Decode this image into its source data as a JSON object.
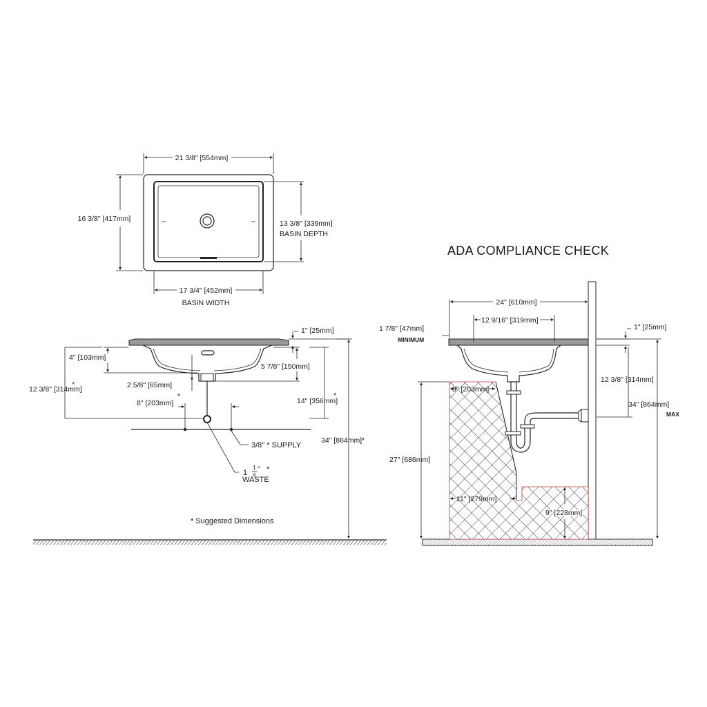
{
  "top_view": {
    "overall_width": "21 3/8\" [554mm]",
    "overall_depth": "16 3/8\" [417mm]",
    "basin_depth_value": "13 3/8\" [339mm]",
    "basin_depth_label": "BASIN DEPTH",
    "basin_width_value": "17 3/4\" [452mm]",
    "basin_width_label": "BASIN WIDTH"
  },
  "side_view": {
    "deck_thickness": "1\" [25mm]",
    "bowl_depth": "4\" [103mm]",
    "inner_depth": "5 7/8\" [150mm]",
    "drain_height": "2 5/8\" [65mm]",
    "rim_to_drain": "12 3/8\" [314mm]",
    "rim_to_drain_star": "*",
    "rim_to_supply": "14\" [356mm]",
    "rim_to_supply_star": "*",
    "supply_spacing": "8\" [203mm]",
    "supply_spacing_star": "*",
    "supply_label": "3/8\" * SUPPLY",
    "waste_whole": "1",
    "waste_num": "1",
    "waste_den": "4",
    "waste_inch": "\"",
    "waste_star": "*",
    "waste_label": "WASTE",
    "counter_height": "34\" [864mm]*",
    "suggested_note": "* Suggested Dimensions"
  },
  "ada_view": {
    "title": "ADA COMPLIANCE CHECK",
    "counter_depth": "24\" [610mm]",
    "basin_front_offset": "1 7/8\" [47mm]",
    "minimum_label": "MINIMUM",
    "basin_width": "12 9/16\" [319mm]",
    "deck_thickness": "1\" [25mm]",
    "knee_depth": "8\" [203mm]",
    "rim_to_drain": "12 3/8\" [314mm]",
    "counter_height": "34\" [864mm]",
    "max_label": "MAX",
    "knee_height": "27\" [686mm]",
    "toe_depth": "11\" [279mm]",
    "toe_height": "9\" [228mm]"
  }
}
